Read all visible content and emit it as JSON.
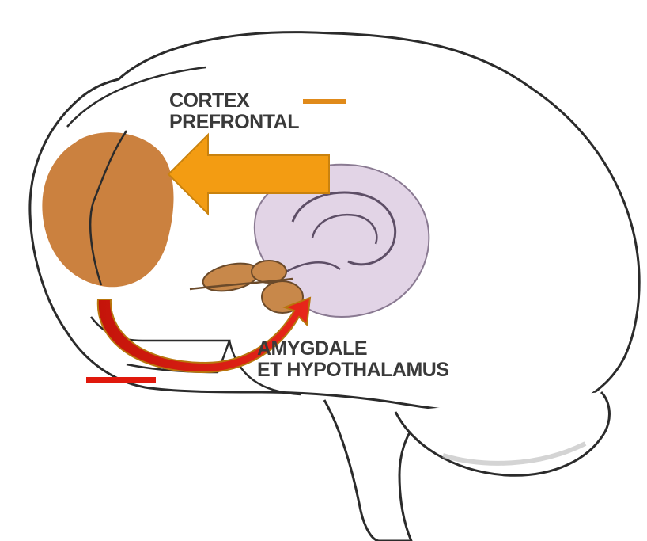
{
  "labels": {
    "cortex_line1": "CORTEX",
    "cortex_line2": "PREFRONTAL",
    "amygdale_line1": "AMYGDALE",
    "amygdale_line2": "ET HYPOTHALAMUS"
  },
  "colors": {
    "brain_outline": "#2b2b2b",
    "prefrontal_fill": "#c87a35",
    "limbic_fill": "#e2d4e6",
    "amygdala_fill": "#c8884a",
    "orange_arrow": "#f39c12",
    "red_arrow": "#d11a0f",
    "orange_dash": "#e08a1a",
    "red_dash": "#e0180c"
  },
  "icons": {
    "big_arrow": "left-arrow-icon",
    "curved_arrow": "curved-arrow-icon"
  }
}
